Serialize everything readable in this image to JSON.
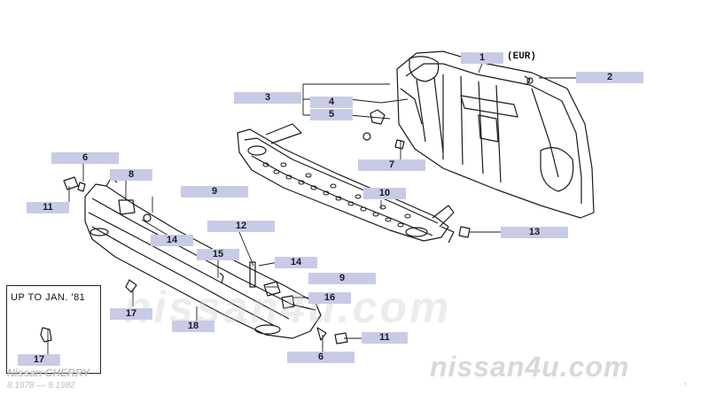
{
  "note": "(EUR)",
  "inset_title": "UP TO JAN. '81",
  "watermark": "nissan4u.com",
  "footer": {
    "model": "Nissan CHERRY",
    "range": "8.1978 — 9.1982"
  },
  "labels": {
    "l1": "1",
    "l2": "2",
    "l3": "3",
    "l4": "4",
    "l5": "5",
    "l6a": "6",
    "l6b": "6",
    "l7": "7",
    "l8": "8",
    "l9a": "9",
    "l9b": "9",
    "l10": "10",
    "l11a": "11",
    "l11b": "11",
    "l12": "12",
    "l13": "13",
    "l14a": "14",
    "l14b": "14",
    "l15": "15",
    "l16": "16",
    "l17a": "17",
    "l17b": "17",
    "l18": "18"
  },
  "label_color": "#c8cbe6"
}
